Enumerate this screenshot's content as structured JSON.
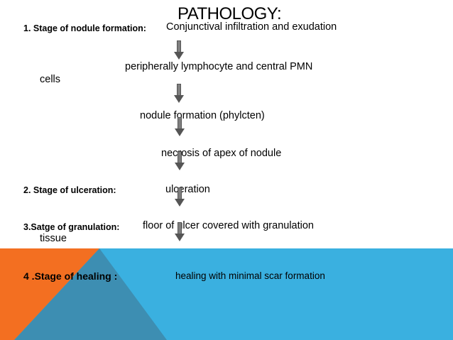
{
  "title": "PATHOLOGY:",
  "stages": [
    {
      "label": "1. Stage of nodule formation:",
      "steps": [
        "Conjunctival infiltration and exudation",
        "peripherally lymphocyte and central PMN",
        "cells",
        "nodule formation (phylcten)",
        "necrosis of apex of nodule"
      ]
    },
    {
      "label": "2. Stage of ulceration:",
      "steps": [
        "ulceration"
      ]
    },
    {
      "label": "3.Satge of granulation:",
      "steps": [
        "floor of ulcer covered with  granulation",
        "tissue"
      ]
    },
    {
      "label": "4 .Stage of healing :",
      "steps": [
        "healing with minimal scar formation"
      ]
    }
  ],
  "colors": {
    "orange": "#f36f21",
    "blue": "#3ab0e0",
    "steel": "#3d8eb2",
    "arrow": "#7f7f7f"
  }
}
